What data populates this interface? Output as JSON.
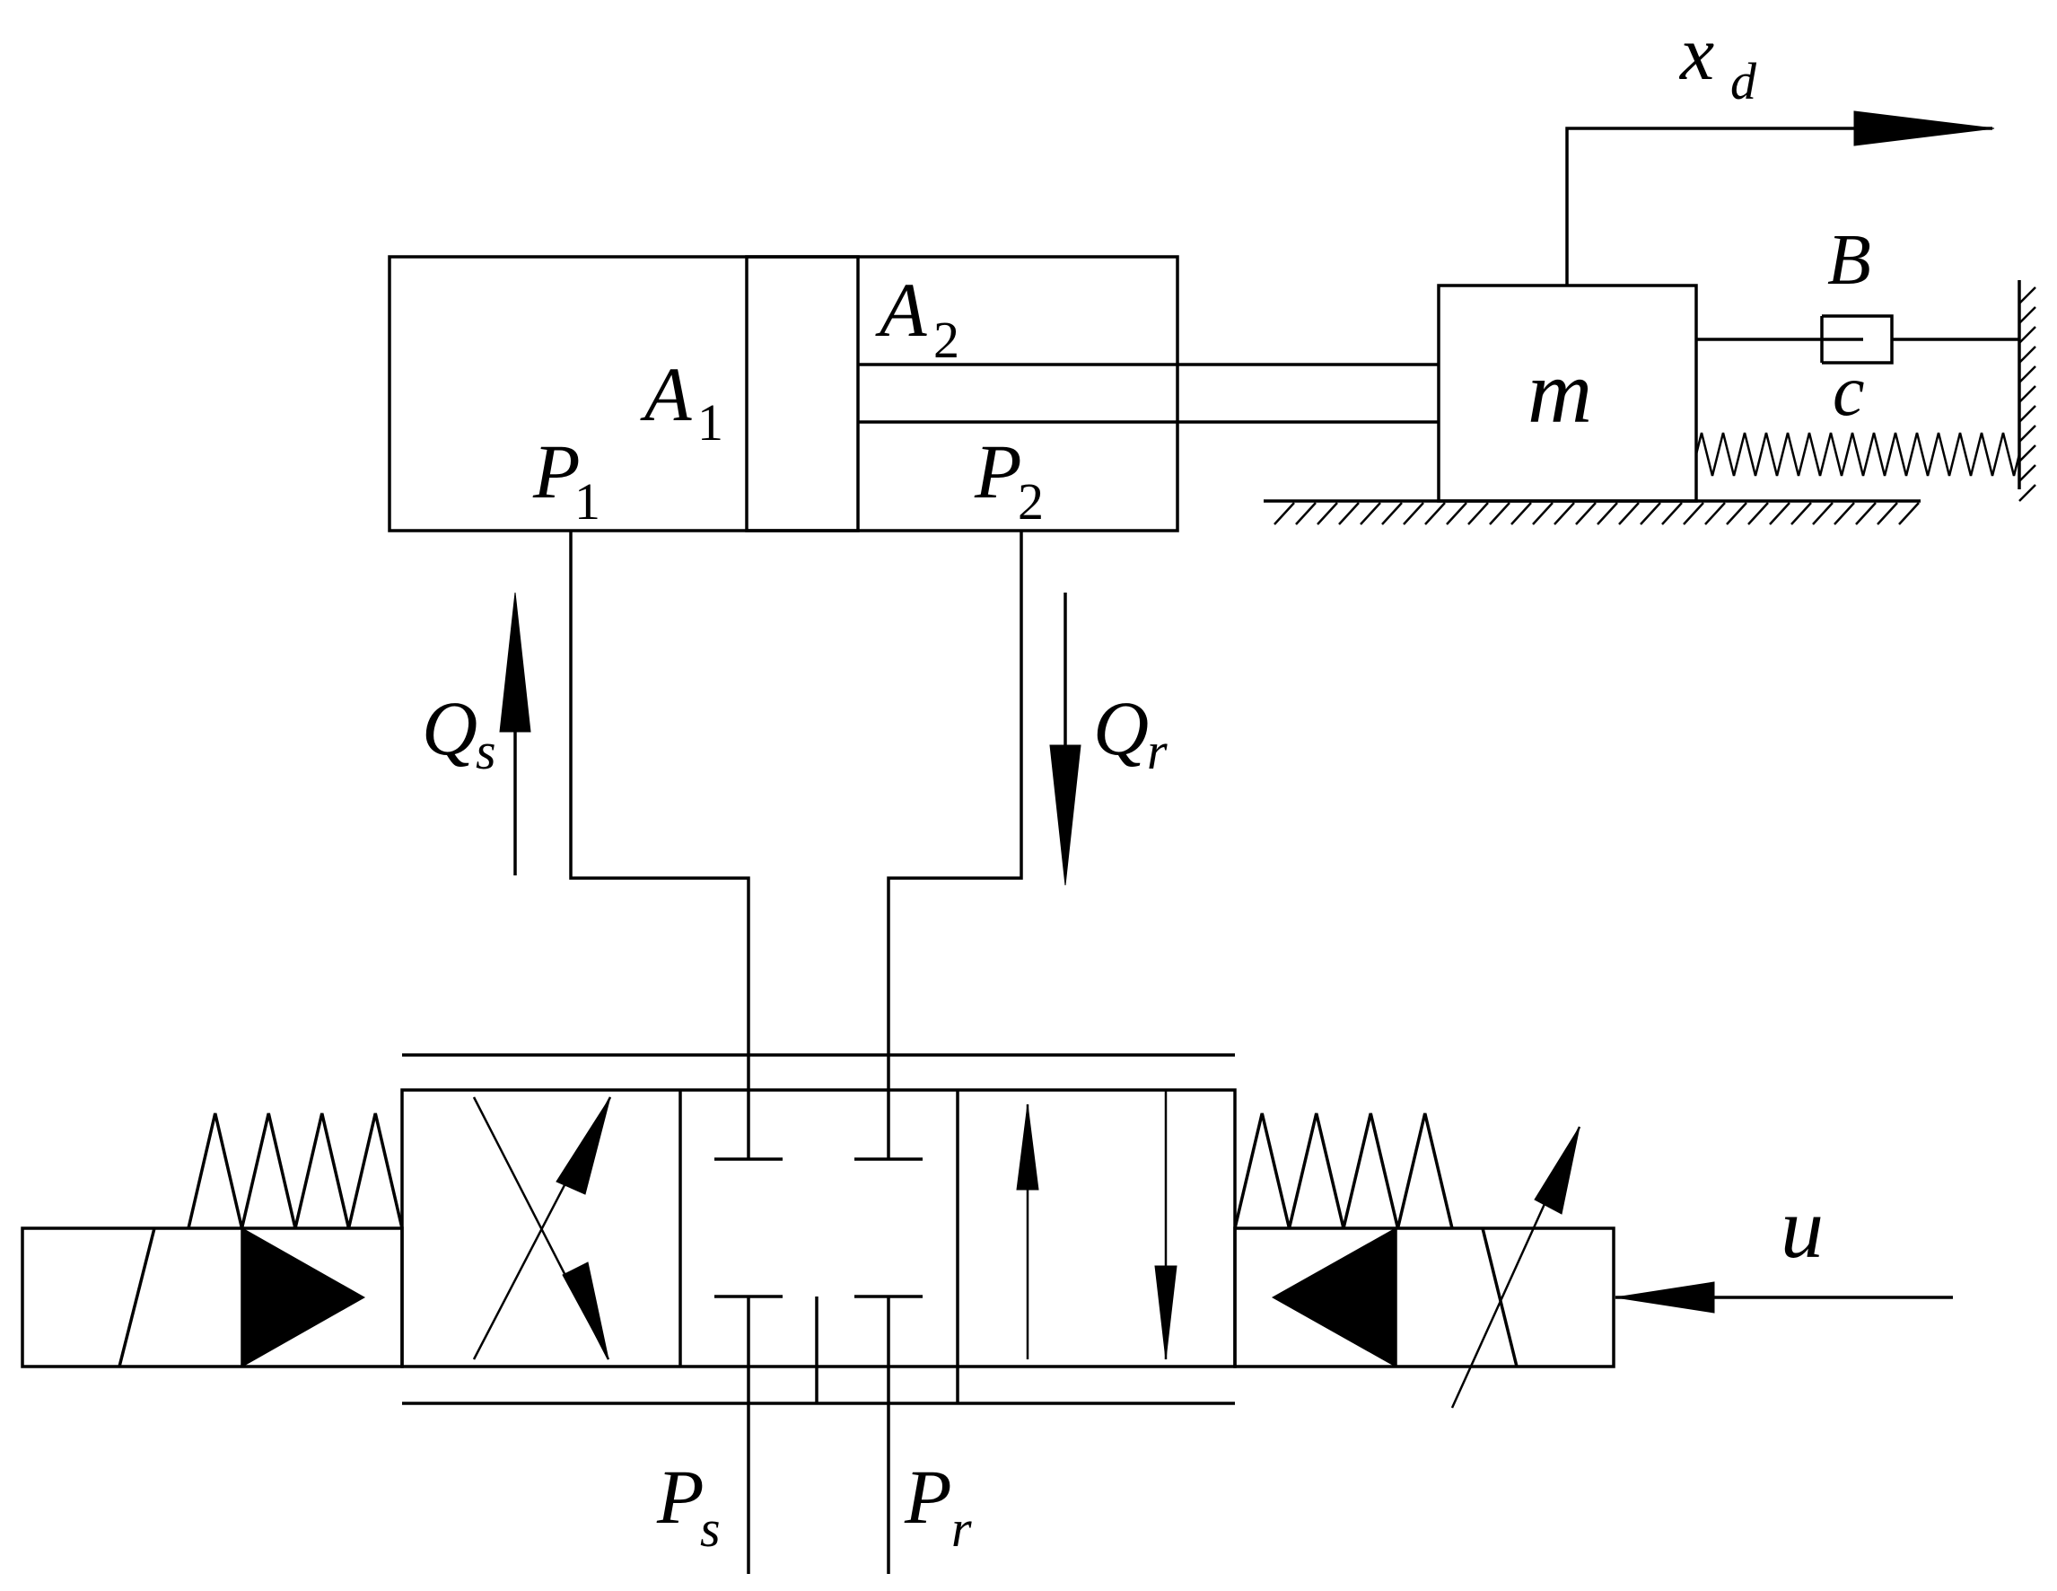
{
  "labels": {
    "xd_main": "x",
    "xd_sub": "d",
    "B": "B",
    "c": "c",
    "m": "m",
    "A1_main": "A",
    "A1_sub": "1",
    "A2_main": "A",
    "A2_sub": "2",
    "P1_main": "P",
    "P1_sub": "1",
    "P2_main": "P",
    "P2_sub": "2",
    "Qs_main": "Q",
    "Qs_sub": "s",
    "Qr_main": "Q",
    "Qr_sub": "r",
    "Ps_main": "P",
    "Ps_sub": "s",
    "Pr_main": "P",
    "Pr_sub": "r",
    "u": "u"
  }
}
